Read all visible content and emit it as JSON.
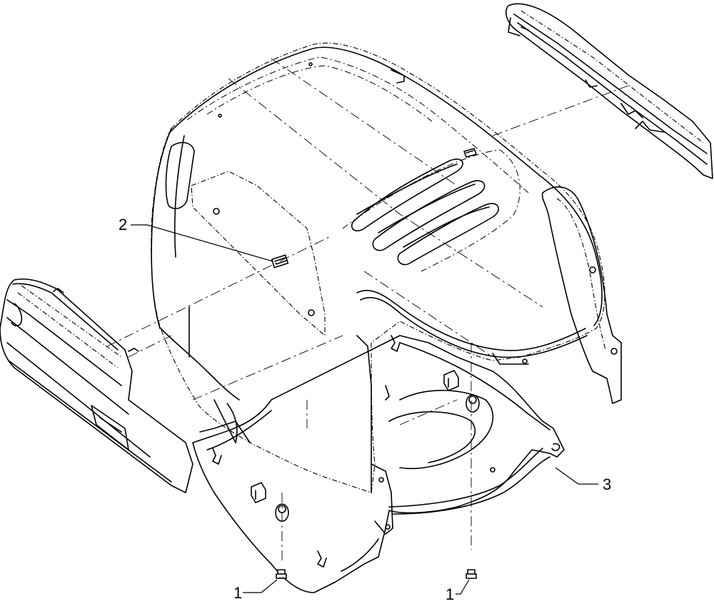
{
  "callouts": [
    {
      "id": "2",
      "label": "2"
    },
    {
      "id": "3",
      "label": "3"
    },
    {
      "id": "1a",
      "label": "1"
    },
    {
      "id": "1b",
      "label": "1"
    }
  ]
}
